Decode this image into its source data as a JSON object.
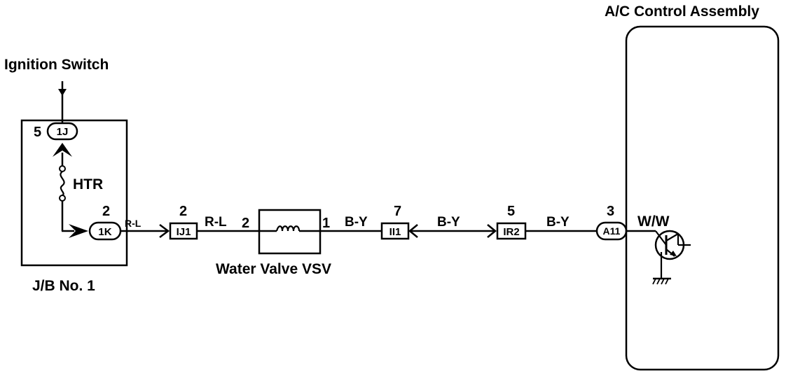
{
  "labels": {
    "ignition_switch": "Ignition Switch",
    "jb": "J/B No. 1",
    "fuse": "HTR",
    "vsv": "Water Valve VSV",
    "ac_assembly": "A/C Control Assembly",
    "ww": "W/W"
  },
  "connectors": {
    "c1j": "1J",
    "c1k": "1K",
    "ij1": "IJ1",
    "ii1": "II1",
    "ir2": "IR2",
    "a11": "A11"
  },
  "pins": {
    "c1j": "5",
    "c1k": "2",
    "ij1": "2",
    "vsv_in": "2",
    "vsv_out": "1",
    "ii1": "7",
    "ir2": "5",
    "a11": "3"
  },
  "wires": {
    "w1": "R-L",
    "w2": "R-L",
    "w3": "B-Y",
    "w4": "B-Y",
    "w5": "B-Y"
  }
}
